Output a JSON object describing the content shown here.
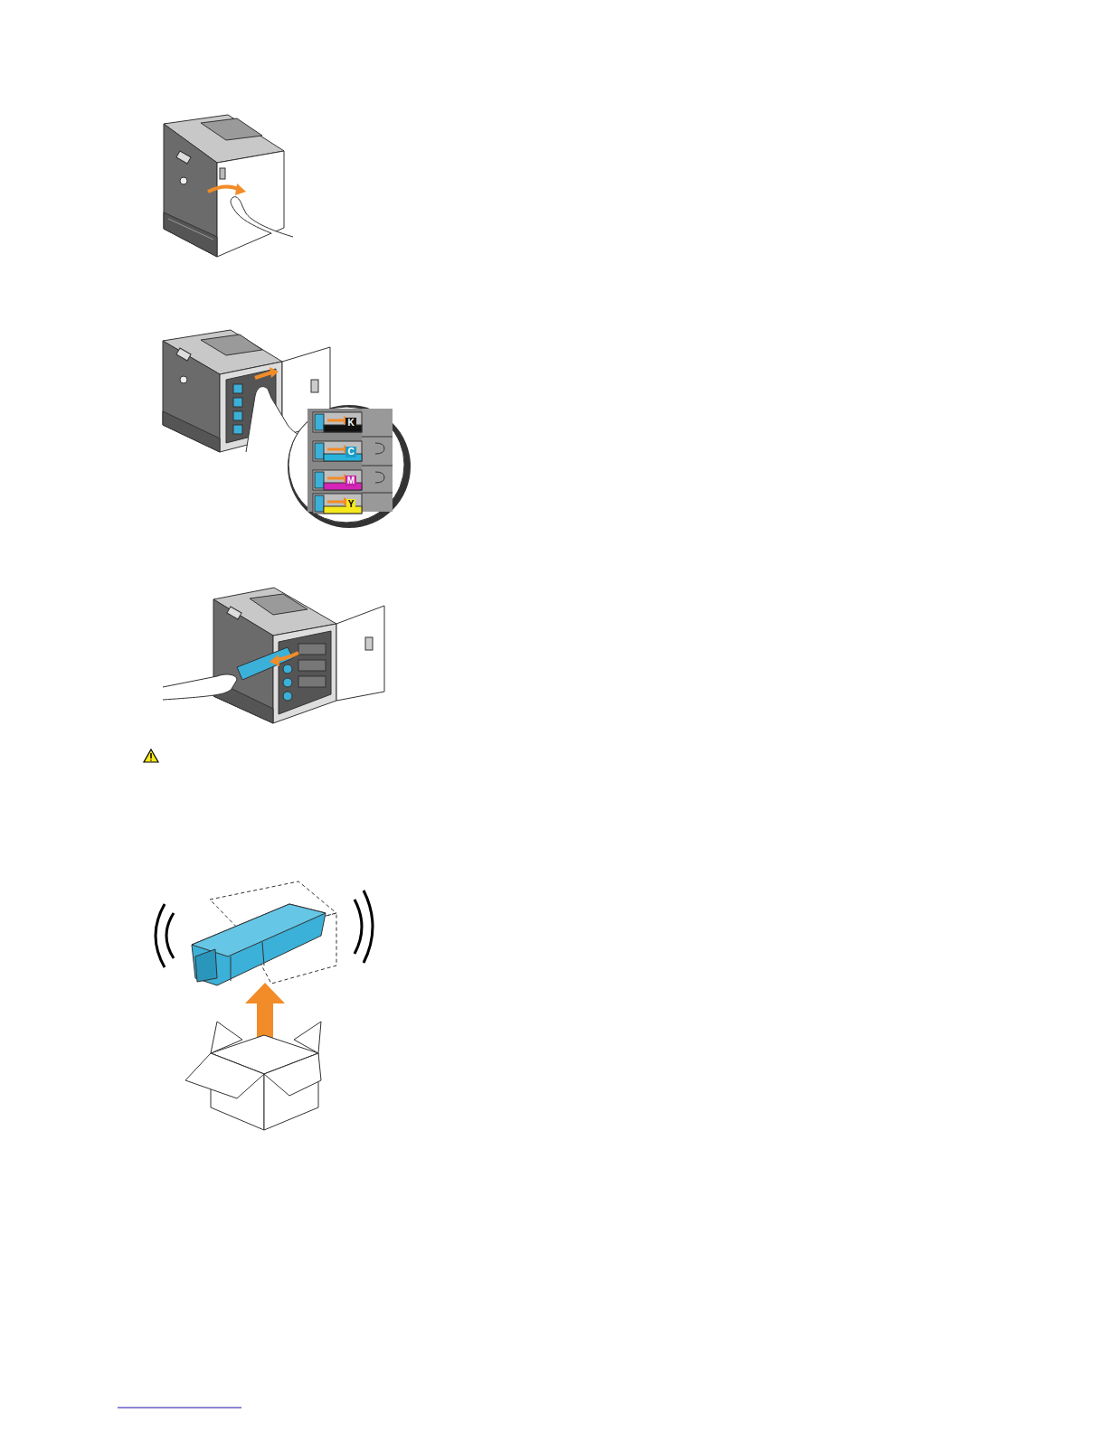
{
  "diagram": {
    "labels": [
      "K",
      "C",
      "M",
      "Y"
    ]
  }
}
